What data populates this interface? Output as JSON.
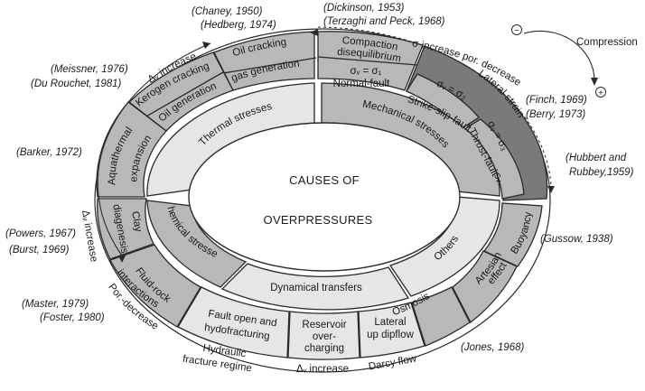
{
  "center": {
    "line1": "CAUSES OF",
    "line2": "OVERPRESSURES"
  },
  "inner_ring": {
    "thermal": "Thermal stresses",
    "mechanical": "Mechanical stresses",
    "chemical": "Chemical stresses",
    "others": "Others",
    "dynamical": "Dynamical transfers"
  },
  "outer_ring": {
    "oil_cracking_1": "Oil cracking",
    "oil_cracking_2": "gas generation",
    "kerogen": "Kerogen cracking",
    "oil_generation": "Oil generation",
    "aquathermal_1": "Aquathermal",
    "aquathermal_2": "expansion",
    "compaction_1": "Compaction",
    "compaction_2": "disequilibrium",
    "normal_fault_sigma": "σᵥ = σ₁",
    "normal_fault": "Normal-fault",
    "strike_slip_sigma": "σᵥ = σ₂",
    "strike_slip": "Strike-slip-fault",
    "thrust_sigma": "σᵥ = σ₃",
    "thrust": "Thrust-fault",
    "thrust_sv": "sᵥ",
    "lateral_strain": "Lateral strain",
    "buoyancy": "Buoyancy",
    "artesian_1": "Artesian",
    "artesian_2": "effect",
    "osmosis": "Osmosis",
    "lateral_1": "Lateral",
    "lateral_2": "up dipflow",
    "reservoir_1": "Reservoir",
    "reservoir_2": "over-",
    "reservoir_3": "charging",
    "fault_open_1": "Fault open and",
    "fault_open_2": "hydofracturing",
    "fluid_rock_1": "Fluid-rock",
    "fluid_rock_2": "interactions",
    "clay_1": "Clay",
    "clay_2": "diagenesis"
  },
  "annotations": {
    "dv_increase_top": "Δᵥ increase",
    "sigma_increase": "σ increase por. decrease",
    "compression": "Compression",
    "minus": "−",
    "plus": "+",
    "dv_increase_left": "Δᵥ increase",
    "por_decrease": "Por.-decrease",
    "hydraulic_1": "Hydraulic",
    "hydraulic_2": "fracture regime",
    "dv_increase_bottom": "Δᵥ increase",
    "darcy_flow": "Darcy flow"
  },
  "references": {
    "chaney": "(Chaney, 1950)",
    "hedberg": "(Hedberg, 1974)",
    "dickinson": "(Dickinson, 1953)",
    "terzaghi": "(Terzaghi and Peck, 1968)",
    "meissner": "(Meissner, 1976)",
    "du_rouchet": "(Du Rouchet, 1981)",
    "barker": "(Barker, 1972)",
    "finch": "(Finch, 1969)",
    "berry": "(Berry, 1973)",
    "hubbert_1": "(Hubbert and",
    "hubbert_2": "Rubbey,1959)",
    "powers": "(Powers, 1967)",
    "burst": "(Burst, 1969)",
    "gussow": "(Gussow, 1938)",
    "master": "(Master, 1979)",
    "foster": "(Foster, 1980)",
    "jones": "(Jones, 1968)"
  },
  "colors": {
    "light": "#e6e6e6",
    "medium": "#b8b8b8",
    "dark": "#7a7a7a",
    "white": "#ffffff",
    "stroke": "#2a2a2a"
  }
}
